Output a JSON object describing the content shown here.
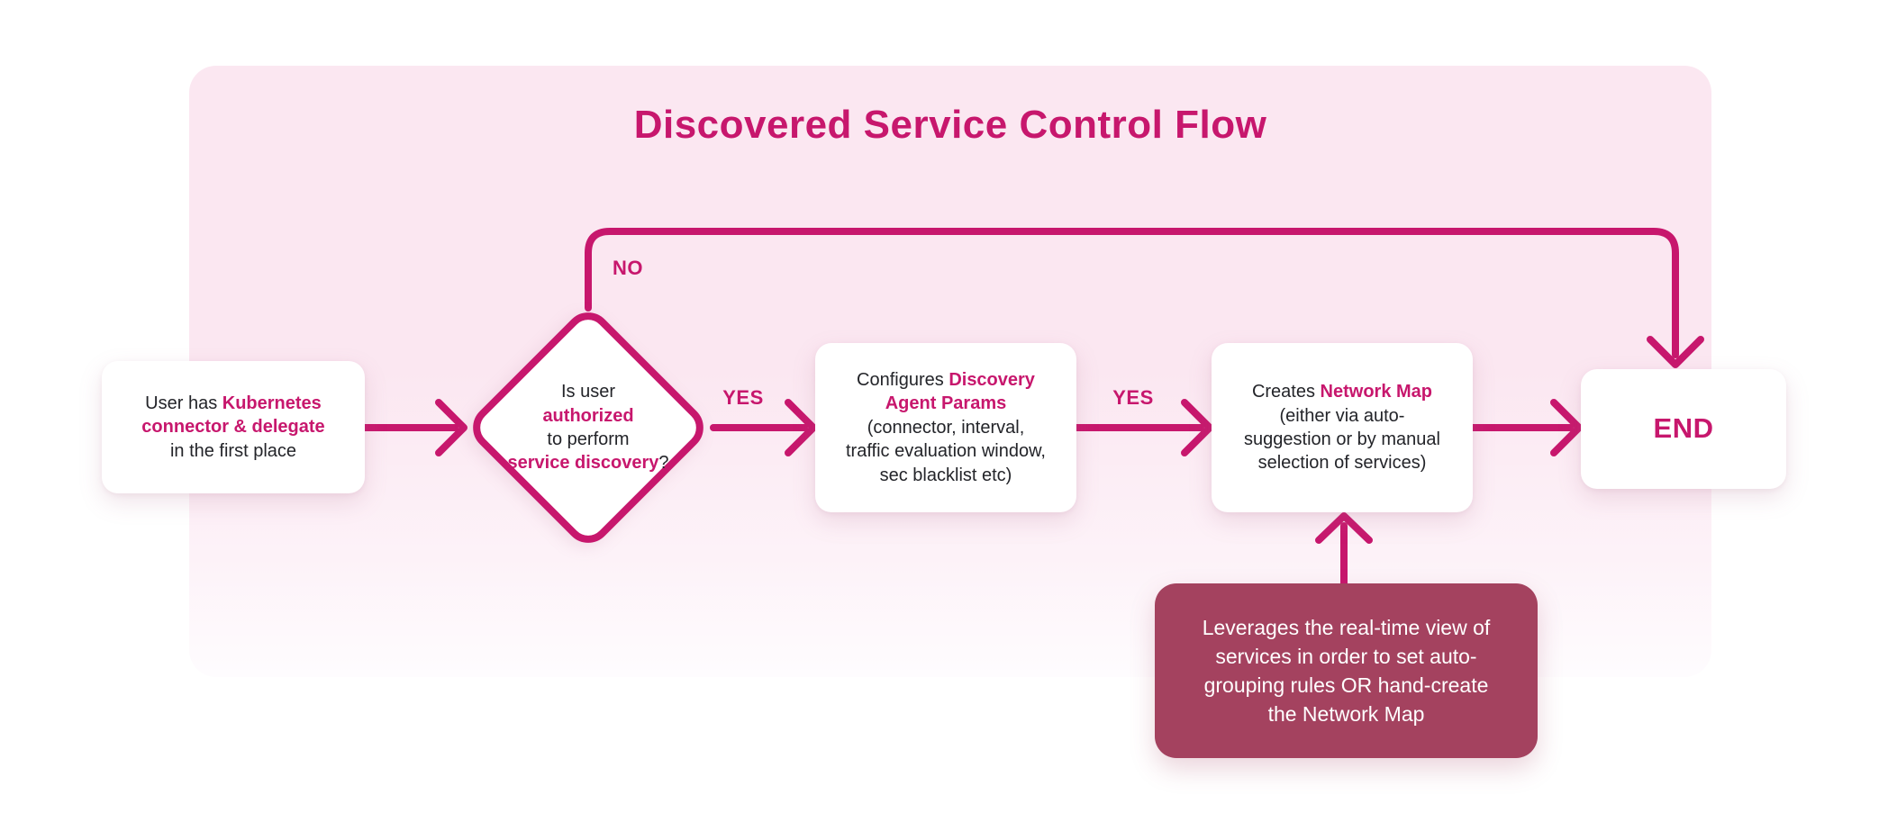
{
  "colors": {
    "accent": "#c7176d",
    "panel_top": "#fbe7f1",
    "panel_fade": "#fdf2f8",
    "panel_bottom": "#fefcfe",
    "note_bg": "#a4425f",
    "note_text": "#ffffff",
    "text_dark": "#232429",
    "node_bg": "#ffffff"
  },
  "diagram": {
    "title": "Discovered Service Control Flow",
    "labels": {
      "no": "NO",
      "yes_decision": "YES",
      "yes_configure": "YES"
    },
    "nodes": {
      "start": {
        "lines": [
          [
            {
              "t": "User has ",
              "a": false
            },
            {
              "t": "Kubernetes",
              "a": true
            }
          ],
          [
            {
              "t": "connector & delegate",
              "a": true
            }
          ],
          [
            {
              "t": "in the first place",
              "a": false
            }
          ]
        ]
      },
      "decision": {
        "lines": [
          [
            {
              "t": "Is user",
              "a": false
            }
          ],
          [
            {
              "t": "authorized",
              "a": true
            }
          ],
          [
            {
              "t": "to perform",
              "a": false
            }
          ],
          [
            {
              "t": "service discovery",
              "a": true
            },
            {
              "t": "?",
              "a": false
            }
          ]
        ]
      },
      "configure": {
        "lines": [
          [
            {
              "t": "Configures ",
              "a": false
            },
            {
              "t": "Discovery",
              "a": true
            }
          ],
          [
            {
              "t": "Agent Params",
              "a": true
            }
          ],
          [
            {
              "t": "(connector, interval,",
              "a": false
            }
          ],
          [
            {
              "t": "traffic evaluation window,",
              "a": false
            }
          ],
          [
            {
              "t": "sec blacklist etc)",
              "a": false
            }
          ]
        ]
      },
      "create_map": {
        "lines": [
          [
            {
              "t": "Creates ",
              "a": false
            },
            {
              "t": "Network Map",
              "a": true
            }
          ],
          [
            {
              "t": "(either via auto-",
              "a": false
            }
          ],
          [
            {
              "t": "suggestion or by manual",
              "a": false
            }
          ],
          [
            {
              "t": "selection of services)",
              "a": false
            }
          ]
        ]
      },
      "end": {
        "label": "END"
      },
      "note": {
        "lines": [
          [
            {
              "t": "Leverages the real-time view of",
              "a": false
            }
          ],
          [
            {
              "t": "services in order to set auto-",
              "a": false
            }
          ],
          [
            {
              "t": "grouping rules OR hand-create",
              "a": false
            }
          ],
          [
            {
              "t": "the Network Map",
              "a": false
            }
          ]
        ]
      }
    }
  }
}
